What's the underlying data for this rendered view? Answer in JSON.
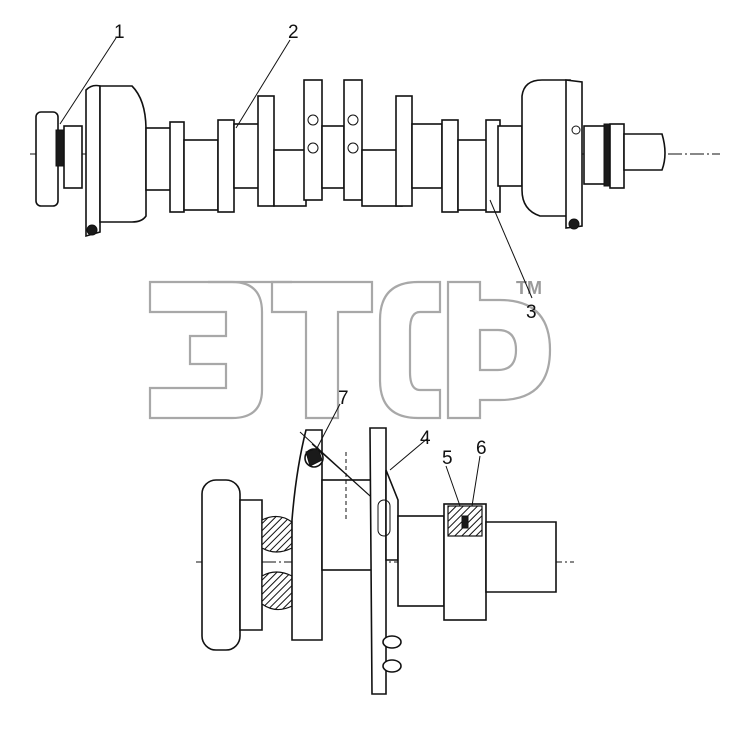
{
  "watermark": {
    "logo_text": "ЭТСФ",
    "trademark": "TM"
  },
  "callouts": {
    "c1": "1",
    "c2": "2",
    "c3": "3",
    "c4": "4",
    "c5": "5",
    "c6": "6",
    "c7": "7"
  },
  "colors": {
    "ink": "#111111",
    "watermark": "#a8a8a8",
    "background": "#ffffff"
  }
}
